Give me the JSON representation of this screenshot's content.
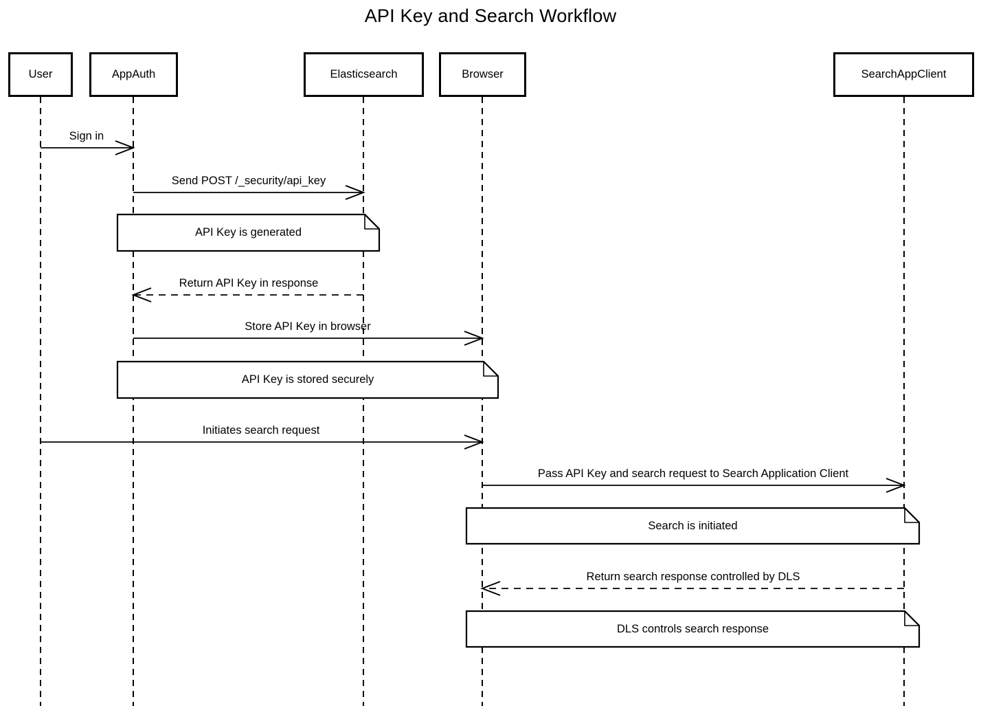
{
  "diagram": {
    "title": "API Key and Search Workflow",
    "colors": {
      "stroke": "#000000",
      "fill": "#ffffff",
      "background": "#ffffff",
      "text": "#000000"
    },
    "participants": [
      {
        "name": "User"
      },
      {
        "name": "AppAuth"
      },
      {
        "name": "Elasticsearch"
      },
      {
        "name": "Browser"
      },
      {
        "name": "SearchAppClient"
      }
    ],
    "messages": [
      {
        "from": "User",
        "to": "AppAuth",
        "label": "Sign in",
        "style": "solid"
      },
      {
        "from": "AppAuth",
        "to": "Elasticsearch",
        "label": "Send POST /_security/api_key",
        "style": "solid"
      },
      {
        "from": "Elasticsearch",
        "to": "AppAuth",
        "label": "Return API Key in response",
        "style": "dashed"
      },
      {
        "from": "AppAuth",
        "to": "Browser",
        "label": "Store API Key in browser",
        "style": "solid"
      },
      {
        "from": "User",
        "to": "Browser",
        "label": "Initiates search request",
        "style": "solid"
      },
      {
        "from": "Browser",
        "to": "SearchAppClient",
        "label": "Pass API Key and search request to Search Application Client",
        "style": "solid"
      },
      {
        "from": "SearchAppClient",
        "to": "Browser",
        "label": "Return search response controlled by DLS",
        "style": "dashed"
      }
    ],
    "notes": [
      {
        "over": "AppAuth, Elasticsearch",
        "label": "API Key is generated"
      },
      {
        "over": "AppAuth, Browser",
        "label": "API Key is stored securely"
      },
      {
        "over": "Browser, SearchAppClient",
        "label": "Search is initiated"
      },
      {
        "over": "Browser, SearchAppClient",
        "label": "DLS controls search response"
      }
    ]
  }
}
